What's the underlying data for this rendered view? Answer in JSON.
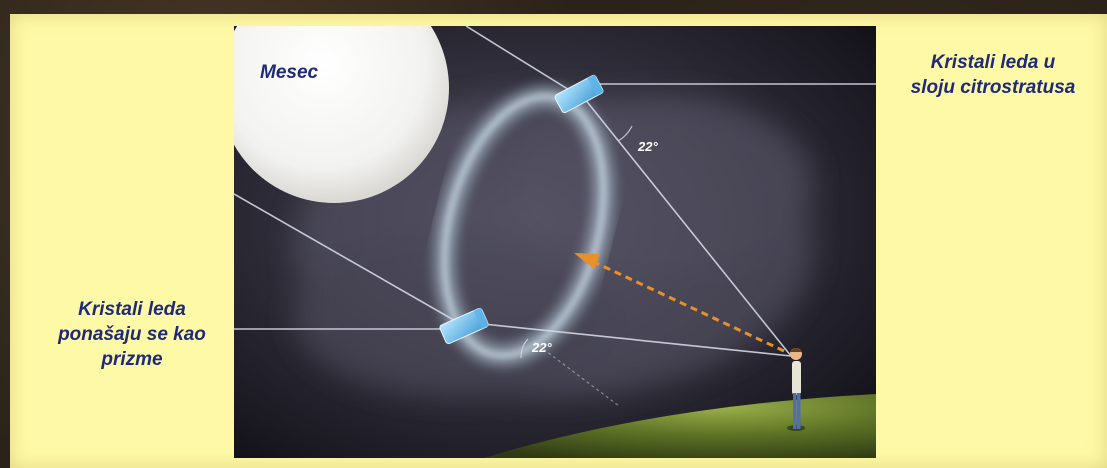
{
  "labels": {
    "moon": "Mesec",
    "crystals_top_right_line1": "Kristali leda u",
    "crystals_top_right_line2": "sloju citrostratusa",
    "crystals_left_line1": "Kristali leda",
    "crystals_left_line2": "ponašaju se kao",
    "crystals_left_line3": "prizme",
    "angle_top": "22°",
    "angle_bottom": "22°"
  },
  "colors": {
    "panel": "#fef9a6",
    "label_text": "#1f2a78",
    "sky": "#1c1a26",
    "halo": "#c9e2f2",
    "ray": "#d4d7e6",
    "arrow": "#e8902a",
    "ground": "#6a7f2a",
    "crystal": "#7fc8f0"
  }
}
